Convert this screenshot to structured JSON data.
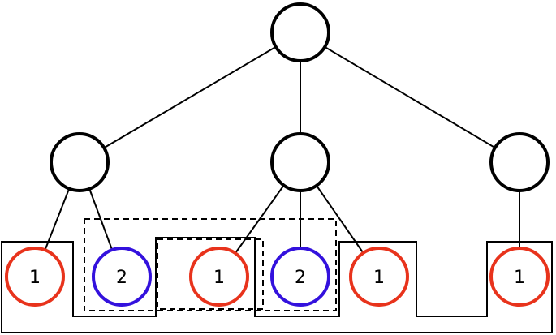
{
  "colors": {
    "red_leaf": "#e8331c",
    "blue_leaf": "#3311dd",
    "line": "#000000"
  },
  "tree": {
    "root": "",
    "internal_nodes": [
      "",
      "",
      ""
    ],
    "leaves": [
      {
        "label": "1",
        "color": "red"
      },
      {
        "label": "2",
        "color": "blue"
      },
      {
        "label": "1",
        "color": "red"
      },
      {
        "label": "2",
        "color": "blue"
      },
      {
        "label": "1",
        "color": "red"
      },
      {
        "label": "1",
        "color": "red"
      }
    ]
  }
}
